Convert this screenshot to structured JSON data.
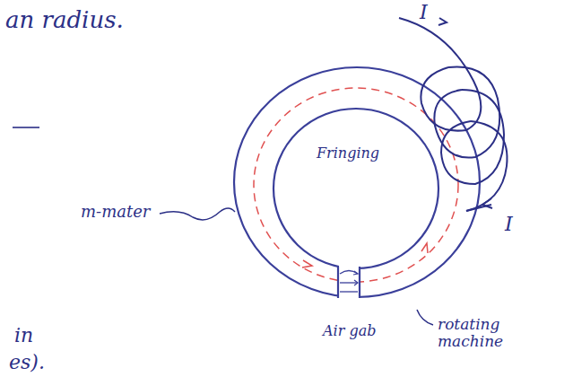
{
  "diagram": {
    "labels": [
      "an radius.",
      "I",
      "I",
      "m-mater",
      "Fringing",
      "Air gab",
      "rotating machine",
      "in",
      "es)."
    ]
  }
}
